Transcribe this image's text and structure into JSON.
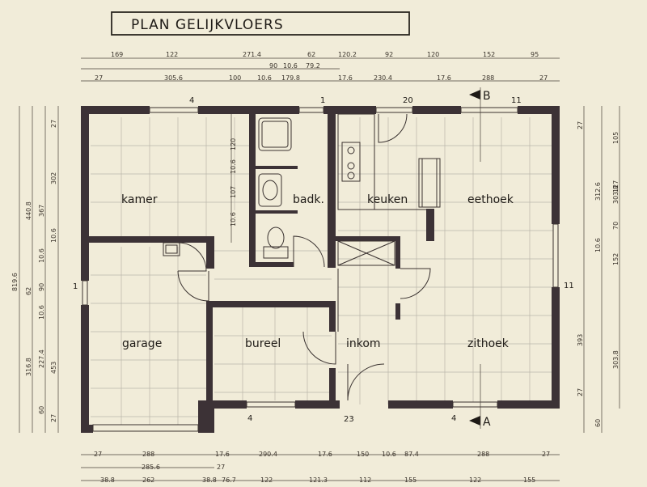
{
  "title": "PLAN GELIJKVLOERS",
  "rooms": {
    "kamer": "kamer",
    "badk": "badk.",
    "keuken": "keuken",
    "eethoek": "eethoek",
    "garage": "garage",
    "bureel": "bureel",
    "inkom": "inkom",
    "zithoek": "zithoek"
  },
  "wall_marks": {
    "top_4": "4",
    "top_1": "1",
    "top_20": "20",
    "top_11": "11",
    "left_1": "1",
    "right_11": "11",
    "bottom_4a": "4",
    "bottom_23": "23",
    "bottom_4b": "4"
  },
  "section_marks": {
    "b": "B",
    "a": "A"
  },
  "dims_top_row1": [
    "169",
    "122",
    "271.4",
    "62",
    "120.2",
    "92",
    "120",
    "152",
    "95"
  ],
  "dims_top_row2": [
    "90",
    "10.6",
    "79.2"
  ],
  "dims_top_row3": [
    "27",
    "305.6",
    "100",
    "10.6",
    "179.8",
    "17.6",
    "230.4",
    "17.6",
    "288",
    "27"
  ],
  "dims_bottom_row1": [
    "27",
    "288",
    "17.6",
    "290.4",
    "17.6",
    "150",
    "10.6",
    "87.4",
    "288",
    "27"
  ],
  "dims_bottom_row2": [
    "285.6",
    "27"
  ],
  "dims_bottom_row3": [
    "38.8",
    "262",
    "38.8",
    "76.7",
    "122",
    "121.3",
    "112",
    "155",
    "122",
    "155"
  ],
  "dims_left_outer": [
    "819.6"
  ],
  "dims_left_mid": [
    "440.8",
    "62",
    "316.8"
  ],
  "dims_left_inner": [
    "27",
    "302",
    "367",
    "10.6",
    "10.6",
    "90",
    "10.6",
    "227.4",
    "453",
    "60",
    "27"
  ],
  "dims_right_inner": [
    "27",
    "105",
    "127",
    "70",
    "10.6",
    "152",
    "393",
    "27",
    "60"
  ],
  "dims_right_outer": [
    "312.6",
    "303.8",
    "303.8"
  ],
  "dims_interior": [
    "120",
    "10.6",
    "107",
    "10.6"
  ],
  "colors": {
    "background": "#f1ecd9",
    "wall": "#3c3236",
    "grid": "#b9b6aa"
  }
}
